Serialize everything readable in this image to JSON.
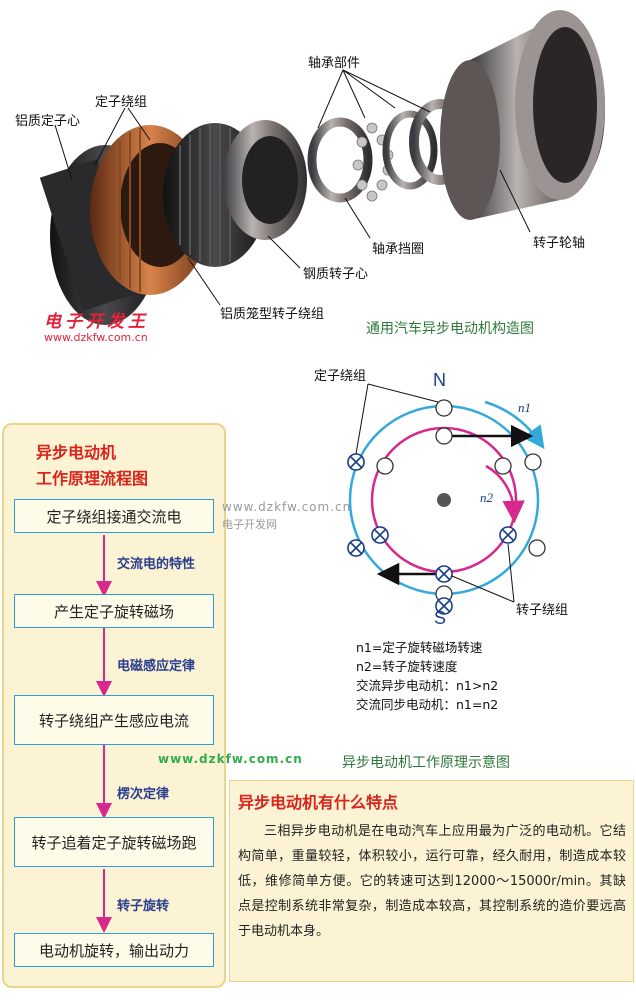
{
  "exploded_view": {
    "caption": "通用汽车异步电动机构造图",
    "labels": {
      "stator_core": "铝质定子心",
      "stator_winding": "定子绕组",
      "bearing_parts": "轴承部件",
      "bearing_shield": "轴承挡圈",
      "rotor_shaft": "转子轮轴",
      "steel_rotor_core": "钢质转子心",
      "cage_rotor_winding": "铝质笼型转子绕组"
    },
    "watermark_brand": "电子开发王",
    "watermark_url": "www.dzkfw.com.cn"
  },
  "flowchart": {
    "title_line1": "异步电动机",
    "title_line2": "工作原理流程图",
    "steps": [
      "定子绕组接通交流电",
      "产生定子旋转磁场",
      "转子绕组产生感应电流",
      "转子追着定子旋转磁场跑",
      "电动机旋转，输出动力"
    ],
    "transitions": [
      "交流电的特性",
      "电磁感应定律",
      "楞次定律",
      "转子旋转"
    ]
  },
  "schematic": {
    "north": "N",
    "south": "S",
    "stator_winding_label": "定子绕组",
    "rotor_winding_label": "转子绕组",
    "n1": "n1",
    "n2": "n2",
    "legend": [
      "n1=定子旋转磁场转速",
      "n2=转子旋转速度",
      "交流异步电动机：n1>n2",
      "交流同步电动机：n1=n2"
    ],
    "caption": "异步电动机工作原理示意图",
    "watermark_url": "www.dzkfw.com.cn",
    "watermark_name": "电子开发网",
    "colors": {
      "outer_ring": "#33a9db",
      "inner_ring": "#d6288d"
    }
  },
  "features": {
    "title": "异步电动机有什么特点",
    "body": "三相异步电动机是在电动汽车上应用最为广泛的电动机。它结构简单，重量较轻，体积较小，运行可靠，经久耐用，制造成本较低，维修简单方便。它的转速可达到12000～15000r/min。其缺点是控制系统非常复杂，制造成本较高，其控制系统的造价要远高于电动机本身。"
  },
  "footer_watermark": "www.dzkfw.com.cn"
}
